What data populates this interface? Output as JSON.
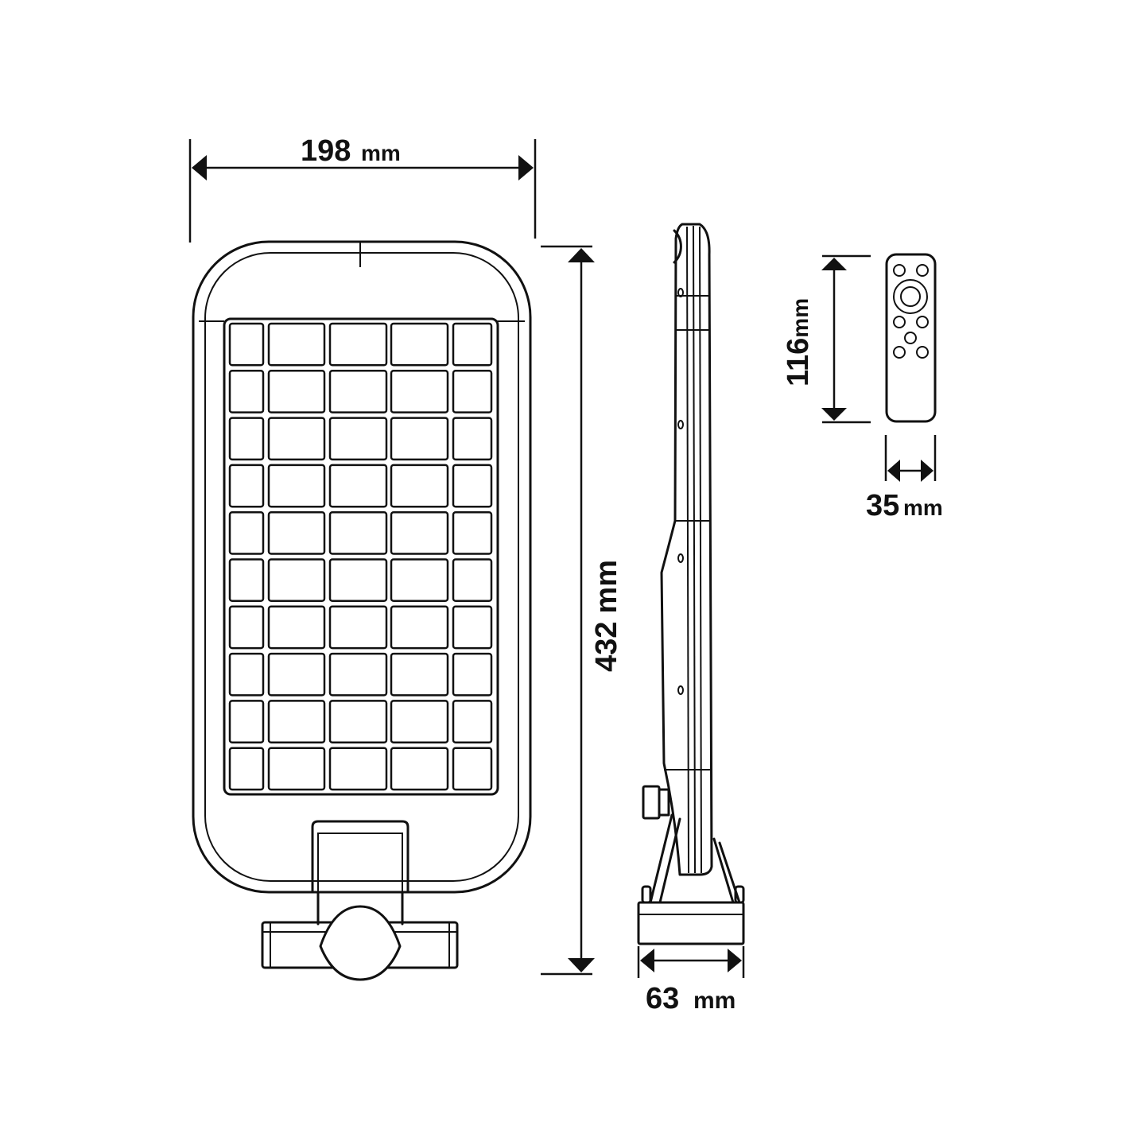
{
  "dimensions": {
    "width": {
      "value": "198",
      "unit": "mm"
    },
    "height": {
      "value": "432",
      "unit": "mm"
    },
    "depth": {
      "value": "63",
      "unit": "mm"
    },
    "remote_height": {
      "value": "116",
      "unit": "mm"
    },
    "remote_width": {
      "value": "35",
      "unit": "mm"
    }
  },
  "panel_grid": {
    "rows": 10,
    "columns": 5
  },
  "colors": {
    "line": "#111111",
    "background": "#ffffff"
  }
}
